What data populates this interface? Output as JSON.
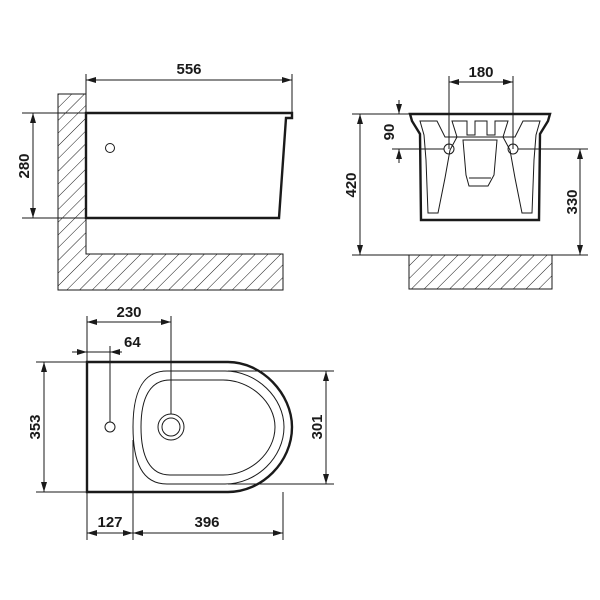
{
  "dimensions": {
    "side_width": "556",
    "side_height": "280",
    "front_width": "180",
    "front_top": "90",
    "front_height": "420",
    "front_inlet_height": "330",
    "top_outlet": "230",
    "top_tap": "64",
    "top_width": "353",
    "top_bowl_width": "301",
    "top_front_offset": "127",
    "top_bowl_length": "396"
  },
  "colors": {
    "line": "#1a1a1a",
    "background": "#ffffff"
  }
}
